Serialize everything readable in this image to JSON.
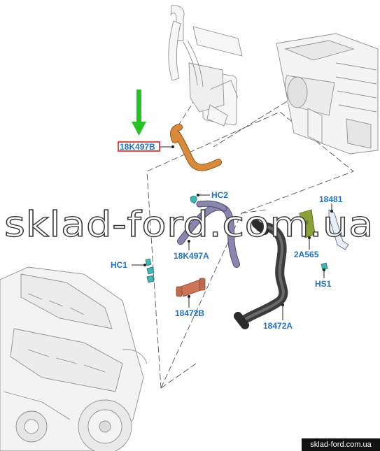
{
  "colors": {
    "label": "#1f73c8",
    "highlight_box": "#d62020",
    "arrow": "#23c323",
    "orange_hose": "#d9893a",
    "purple_hose": "#8a86b0",
    "black_hose": "#3c3c3c",
    "connector": "#cf7456",
    "bracket": "#8aa238",
    "clip_teal": "#3fb6b6",
    "linework": "#9a9a9a",
    "watermark_outline": "#3a3a3a"
  },
  "icons": {
    "pointer": "down-arrow-icon"
  },
  "labels": {
    "highlighted": "18K497B",
    "hc2": "HC2",
    "hc1": "HC1",
    "k497a": "18K497A",
    "b472": "18472B",
    "a472": "18472A",
    "r18481": "18481",
    "a565": "2A565",
    "hs1": "HS1"
  },
  "watermark": "sklad-ford.com.ua",
  "footer": "sklad-ford.com.ua"
}
